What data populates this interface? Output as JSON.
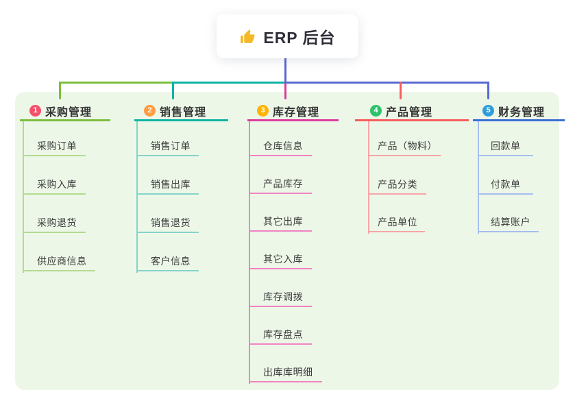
{
  "root": {
    "icon": "thumbs-up",
    "title": "ERP 后台"
  },
  "colors": {
    "background": "#ffffff",
    "panel_bg": "#edf7e8",
    "root_connector": "#5868d4",
    "bus_green": "#7cbe3f",
    "bus_teal": "#0fb3a4",
    "bus_blue": "#5868d4",
    "drop_magenta": "#dc3c9c",
    "drop_red": "#f75c5c",
    "icon_yellow": "#f5b826"
  },
  "branches": [
    {
      "index": "1",
      "label": "采购管理",
      "colors": {
        "badge": "#f4506c",
        "line": "#7cbe3f",
        "light": "#b3da90"
      },
      "items": [
        "采购订单",
        "采购入库",
        "采购退货",
        "供应商信息"
      ]
    },
    {
      "index": "2",
      "label": "销售管理",
      "colors": {
        "badge": "#ff9d42",
        "line": "#0fb3a4",
        "light": "#84d4c9"
      },
      "items": [
        "销售订单",
        "销售出库",
        "销售退货",
        "客户信息"
      ]
    },
    {
      "index": "3",
      "label": "库存管理",
      "colors": {
        "badge": "#ffb302",
        "line": "#dc3c9c",
        "light": "#f184c2"
      },
      "items": [
        "仓库信息",
        "产品库存",
        "其它出库",
        "其它入库",
        "库存调拨",
        "库存盘点",
        "出库库明细"
      ]
    },
    {
      "index": "4",
      "label": "产品管理",
      "colors": {
        "badge": "#2cc36b",
        "line": "#f75c5c",
        "light": "#f5a6a6"
      },
      "items": [
        "产品（物料）",
        "产品分类",
        "产品单位"
      ]
    },
    {
      "index": "5",
      "label": "财务管理",
      "colors": {
        "badge": "#2e9ddb",
        "line": "#3b6fd6",
        "light": "#a6bfef"
      },
      "items": [
        "回款单",
        "付款单",
        "结算账户"
      ]
    }
  ]
}
